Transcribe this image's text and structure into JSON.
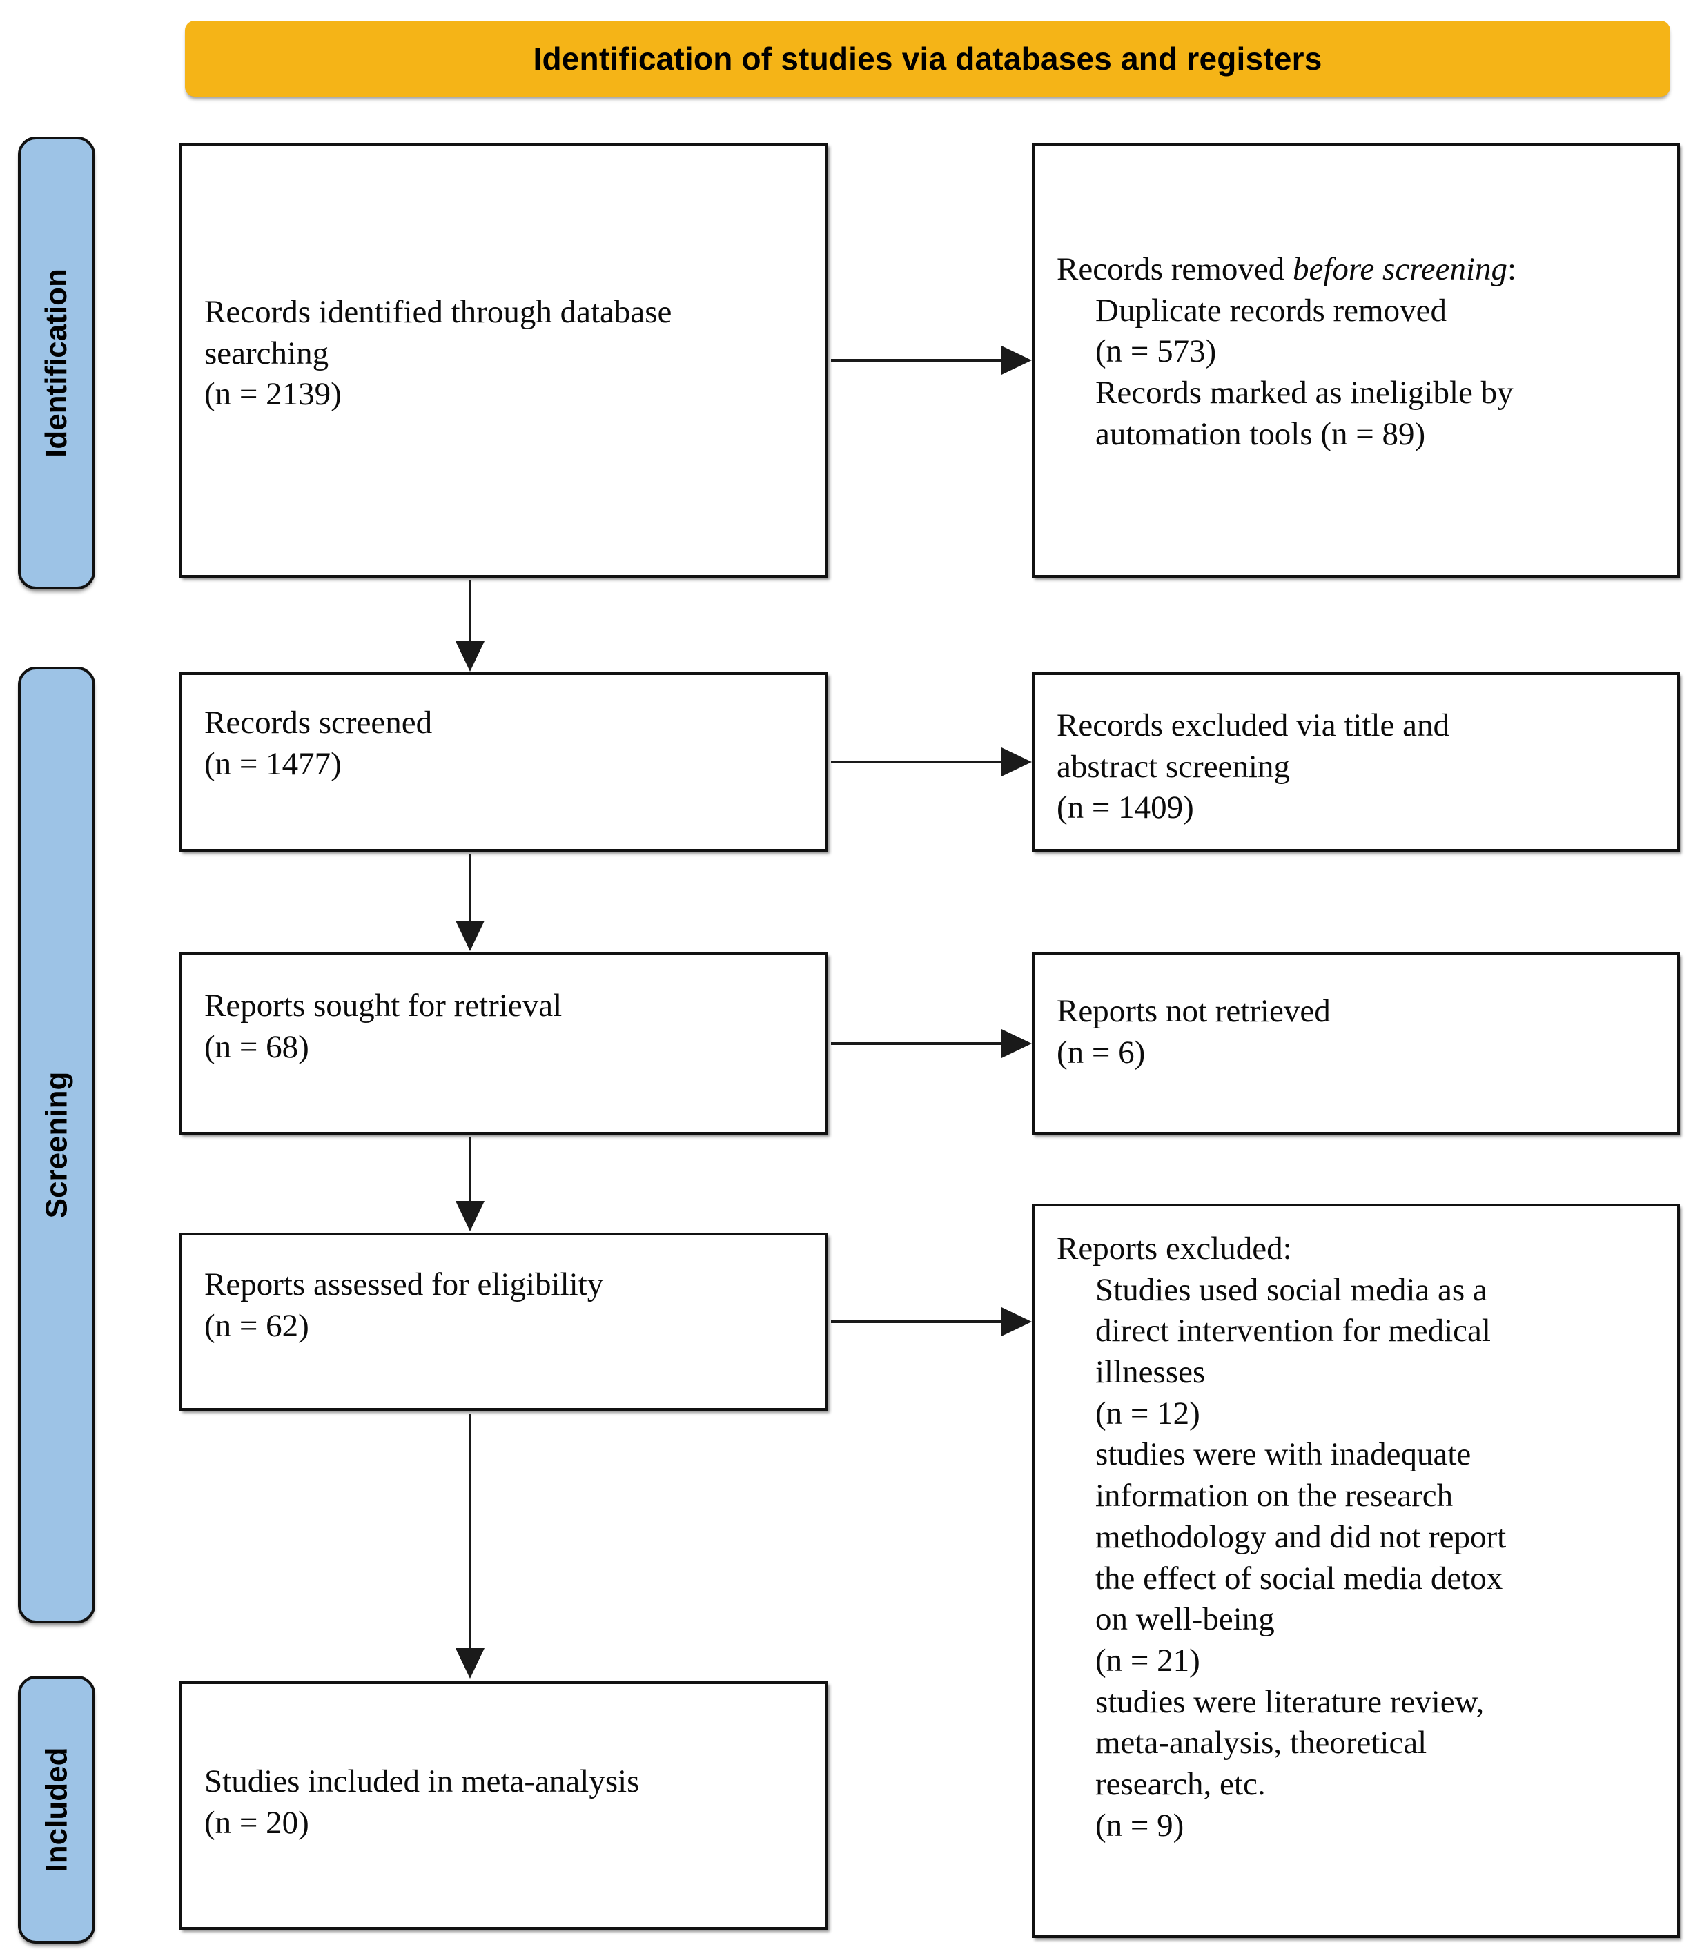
{
  "header": {
    "title": "Identification of studies via databases and registers",
    "background_color": "#F5B417"
  },
  "stages": {
    "color": "#9DC3E6",
    "identification": "Identification",
    "screening": "Screening",
    "included": "Included"
  },
  "boxes": {
    "identified": {
      "line1": "Records identified through database",
      "line2": "searching",
      "line3": "(n = 2139)"
    },
    "removed": {
      "line1_prefix": "Records removed ",
      "line1_italic": "before screening",
      "line1_suffix": ":",
      "line2": "Duplicate records removed",
      "line3": "(n = 573)",
      "line4": "Records marked as ineligible by",
      "line5": "automation tools (n = 89)"
    },
    "screened": {
      "line1": "Records screened",
      "line2": "(n = 1477)"
    },
    "excluded_title_abstract": {
      "line1": "Records excluded via title and",
      "line2": "abstract screening",
      "line3": "(n = 1409)"
    },
    "sought": {
      "line1": "Reports sought for retrieval",
      "line2": "(n = 68)"
    },
    "not_retrieved": {
      "line1": "Reports not retrieved",
      "line2": "(n = 6)"
    },
    "assessed": {
      "line1": "Reports assessed for eligibility",
      "line2": "(n = 62)"
    },
    "excluded_full": {
      "line1": "Reports excluded:",
      "line2": "Studies used social media as a",
      "line3": "direct intervention for medical",
      "line4": "illnesses",
      "line5": "(n = 12)",
      "line6": "studies were with inadequate",
      "line7": "information on the research",
      "line8": "methodology and did not report",
      "line9": "the effect of social media detox",
      "line10": "on well-being",
      "line11": "(n = 21)",
      "line12": "studies were literature review,",
      "line13": "meta-analysis, theoretical",
      "line14": "research, etc.",
      "line15": "(n = 9)"
    },
    "included_final": {
      "line1": "Studies included in meta-analysis",
      "line2": "(n = 20)"
    }
  },
  "chart_data": {
    "type": "diagram",
    "title": "Identification of studies via databases and registers",
    "nodes": [
      {
        "id": "identified",
        "stage": "Identification",
        "label": "Records identified through database searching",
        "n": 2139
      },
      {
        "id": "removed",
        "stage": "Identification",
        "label": "Records removed before screening",
        "items": [
          {
            "label": "Duplicate records removed",
            "n": 573
          },
          {
            "label": "Records marked as ineligible by automation tools",
            "n": 89
          }
        ]
      },
      {
        "id": "screened",
        "stage": "Screening",
        "label": "Records screened",
        "n": 1477
      },
      {
        "id": "excluded_title_abstract",
        "stage": "Screening",
        "label": "Records excluded via title and abstract screening",
        "n": 1409
      },
      {
        "id": "sought",
        "stage": "Screening",
        "label": "Reports sought for retrieval",
        "n": 68
      },
      {
        "id": "not_retrieved",
        "stage": "Screening",
        "label": "Reports not retrieved",
        "n": 6
      },
      {
        "id": "assessed",
        "stage": "Screening",
        "label": "Reports assessed for eligibility",
        "n": 62
      },
      {
        "id": "excluded_full",
        "stage": "Screening",
        "label": "Reports excluded",
        "items": [
          {
            "label": "Studies used social media as a direct intervention for medical illnesses",
            "n": 12
          },
          {
            "label": "studies were with inadequate information on the research methodology and did not report the effect of social media detox on well-being",
            "n": 21
          },
          {
            "label": "studies were literature review, meta-analysis, theoretical research, etc.",
            "n": 9
          }
        ]
      },
      {
        "id": "included_final",
        "stage": "Included",
        "label": "Studies included in meta-analysis",
        "n": 20
      }
    ],
    "edges": [
      {
        "from": "identified",
        "to": "removed",
        "direction": "right"
      },
      {
        "from": "identified",
        "to": "screened",
        "direction": "down"
      },
      {
        "from": "screened",
        "to": "excluded_title_abstract",
        "direction": "right"
      },
      {
        "from": "screened",
        "to": "sought",
        "direction": "down"
      },
      {
        "from": "sought",
        "to": "not_retrieved",
        "direction": "right"
      },
      {
        "from": "sought",
        "to": "assessed",
        "direction": "down"
      },
      {
        "from": "assessed",
        "to": "excluded_full",
        "direction": "right"
      },
      {
        "from": "assessed",
        "to": "included_final",
        "direction": "down"
      }
    ]
  }
}
